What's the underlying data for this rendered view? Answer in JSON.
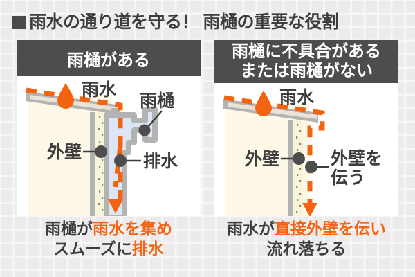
{
  "colors": {
    "background": "#eceaea",
    "grid_line": "#f7f6f6",
    "panel_bg": "#ffffff",
    "header_bg": "#4d4d4d",
    "title_text": "#3d3d3d",
    "accent_orange": "#f4630f",
    "gutter_fill": "#dce6f5",
    "gutter_outline": "#b3b3b3",
    "wall_fill": "#fdf8e8",
    "wall_stripe": "#f7f2d2",
    "roof_fill": "#ece3d8",
    "roof_outline": "#b3b3b3",
    "marker_dot": "#4d4d4d"
  },
  "title": {
    "bullet": "square-bullet",
    "text": "雨水の通り道を守る！ 雨樋の重要な役割"
  },
  "panels": [
    {
      "id": "with-gutter",
      "header_lines": [
        "雨樋がある"
      ],
      "diagram": {
        "labels": [
          {
            "name": "rainwater",
            "text": "雨水"
          },
          {
            "name": "gutter",
            "text": "雨樋"
          },
          {
            "name": "outer-wall",
            "text": "外壁"
          },
          {
            "name": "drainage",
            "text": "排水"
          }
        ],
        "icons": [
          "raindrop-icon",
          "dashed-flow-arrow-icon",
          "down-arrow-icon"
        ]
      },
      "caption_lines": [
        [
          {
            "text": "雨樋が",
            "highlight": false
          },
          {
            "text": "雨水を集め",
            "highlight": true
          }
        ],
        [
          {
            "text": "スムーズに",
            "highlight": false
          },
          {
            "text": "排水",
            "highlight": true
          }
        ]
      ]
    },
    {
      "id": "without-gutter",
      "header_lines": [
        "雨樋に不具合がある",
        "または雨樋がない"
      ],
      "diagram": {
        "labels": [
          {
            "name": "rainwater",
            "text": "雨水"
          },
          {
            "name": "outer-wall",
            "text": "外壁"
          },
          {
            "name": "runs-down-wall",
            "text": "外壁を"
          },
          {
            "name": "runs-down-wall-2",
            "text": "伝う"
          }
        ],
        "icons": [
          "raindrop-icon",
          "dashed-flow-arrow-icon",
          "down-arrow-icon"
        ]
      },
      "caption_lines": [
        [
          {
            "text": "雨水が",
            "highlight": false
          },
          {
            "text": "直接外壁を伝い",
            "highlight": true
          }
        ],
        [
          {
            "text": "流れ落ちる",
            "highlight": false
          }
        ]
      ]
    }
  ]
}
